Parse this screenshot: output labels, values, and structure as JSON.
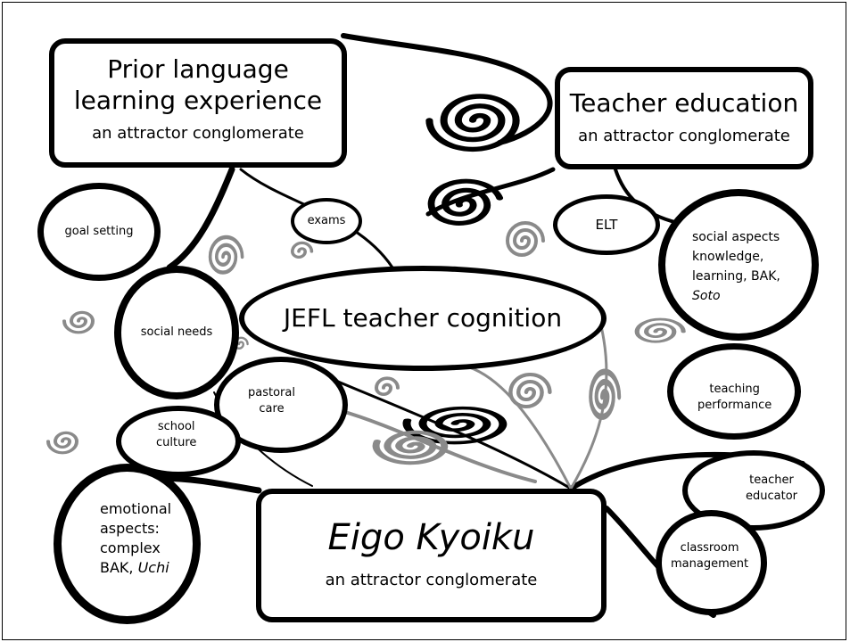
{
  "boxes": {
    "prior": {
      "title_line1": "Prior language",
      "title_line2": "learning experience",
      "subtitle": "an attractor conglomerate"
    },
    "teacher_ed": {
      "title": "Teacher education",
      "subtitle": "an attractor conglomerate"
    },
    "eigo": {
      "title": "Eigo Kyoiku",
      "subtitle": "an attractor conglomerate"
    }
  },
  "center": {
    "label": "JEFL teacher cognition"
  },
  "attractors": {
    "goal_setting": "goal setting",
    "exams": "exams",
    "elt": "ELT",
    "social_aspects": [
      "social aspects",
      "knowledge,",
      "learning, BAK,",
      "Soto"
    ],
    "social_needs": "social needs",
    "pastoral_care": [
      "pastoral",
      "care"
    ],
    "school_culture": [
      "school",
      "culture"
    ],
    "teaching_performance": [
      "teaching",
      "performance"
    ],
    "teacher_educator": [
      "teacher",
      "educator"
    ],
    "classroom_management": [
      "classroom",
      "management"
    ],
    "emotional_aspects": [
      "emotional",
      "aspects:",
      "complex",
      "BAK, ",
      "Uchi"
    ]
  },
  "colors": {
    "ink": "#000000",
    "grey_spiral": "#8a8a8a",
    "background": "#ffffff"
  }
}
